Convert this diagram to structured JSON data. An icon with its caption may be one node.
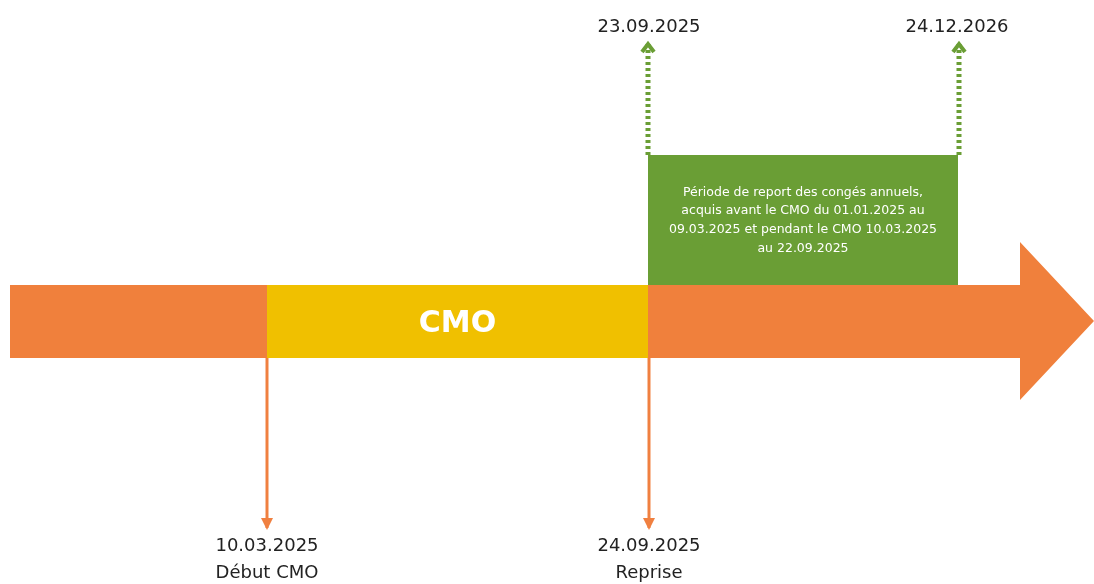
{
  "diagram": {
    "nodes": [
      {
        "text": [
          "CMO"
        ]
      },
      {
        "text": [
          "Période de report des congés annuels, acquis avant le CMO du 01.01.2025 au 09.03.2025 et pendant le CMO 10.03.2025 au 22.09.2025"
        ]
      },
      {
        "text": [
          "23.09.2025"
        ]
      },
      {
        "text": [
          "24.12.2026"
        ]
      },
      {
        "text": [
          "10.03.2025",
          "Début CMO"
        ]
      },
      {
        "text": [
          "24.09.2025",
          "Reprise"
        ]
      }
    ],
    "edges": [
      {
        "from": 0,
        "to": 4,
        "arrow": "to",
        "color": "#f08040"
      },
      {
        "from": 0,
        "to": 5,
        "arrow": "to",
        "color": "#f08040"
      },
      {
        "from": 1,
        "to": 2,
        "arrow": "to",
        "style": "dashed",
        "color": "#6a9e35"
      },
      {
        "from": 1,
        "to": 3,
        "arrow": "to",
        "style": "dashed",
        "color": "#6a9e35"
      }
    ]
  }
}
